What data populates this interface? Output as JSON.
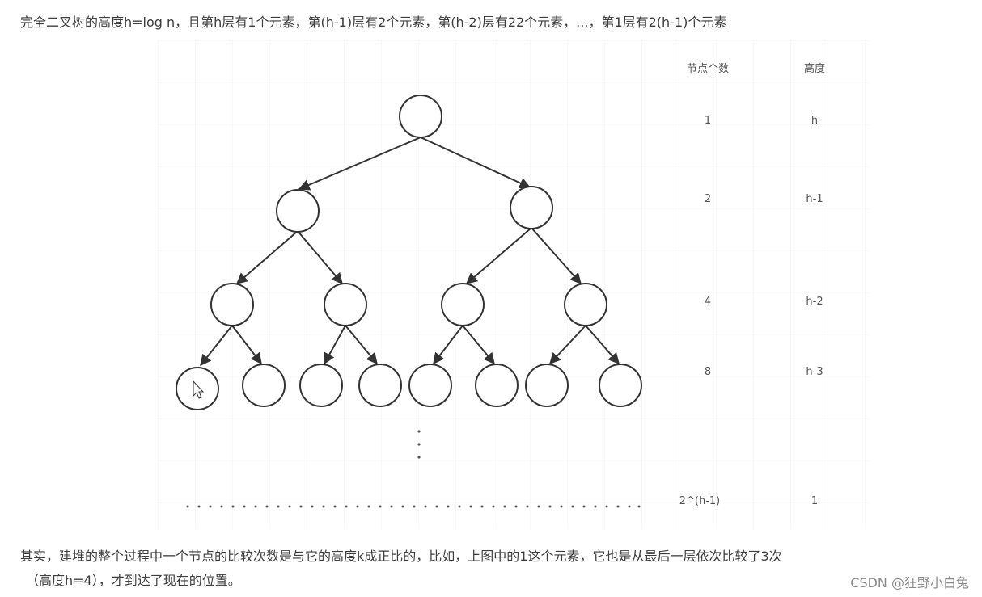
{
  "paragraphs": {
    "intro": "完全二叉树的高度h=log n，且第h层有1个元素，第(h-1)层有2个元素，第(h-2)层有22个元素，...，第1层有2(h-1)个元素",
    "explanation_line1": "其实，建堆的整个过程中一个节点的比较次数是与它的高度k成正比的，比如，上图中的1这个元素，它也是从最后一层依次比较了3次",
    "explanation_line2": "（高度h=4），才到达了现在的位置。"
  },
  "figure": {
    "table_headers": {
      "node_count": "节点个数",
      "height": "高度"
    },
    "levels": [
      {
        "node_count": "1",
        "height": "h"
      },
      {
        "node_count": "2",
        "height": "h-1"
      },
      {
        "node_count": "4",
        "height": "h-2"
      },
      {
        "node_count": "8",
        "height": "h-3"
      },
      {
        "node_count": "2^(h-1)",
        "height": "1"
      }
    ],
    "tree_levels": 4,
    "nodes_per_level": [
      1,
      2,
      4,
      8
    ],
    "continuation": "vertical ellipsis then dotted row of leaves",
    "colors": {
      "stroke": "#333333",
      "node_fill": "#ffffff",
      "text": "#555555"
    }
  },
  "watermark": "CSDN @狂野小白兔"
}
